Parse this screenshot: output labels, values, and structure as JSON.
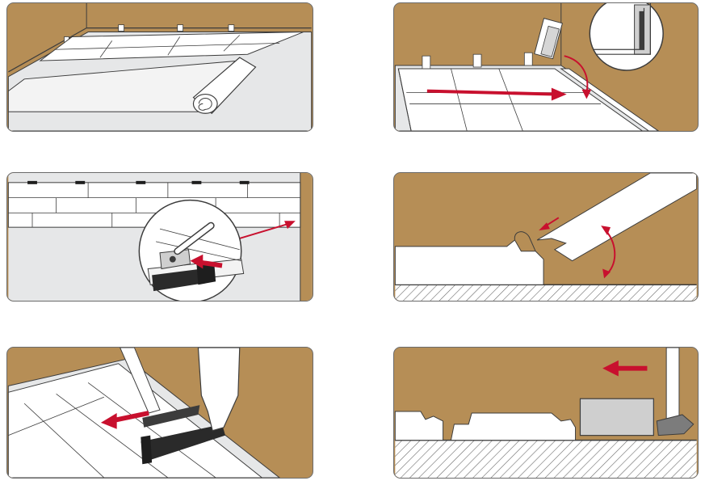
{
  "steps": [
    {
      "id": 1,
      "icon": "underlay-roll-icon"
    },
    {
      "id": 2,
      "icon": "spacer-wedge-icon"
    },
    {
      "id": 3,
      "icon": "tapping-block-icon"
    },
    {
      "id": 4,
      "icon": "click-lock-icon"
    },
    {
      "id": 5,
      "icon": "hammer-pull-bar-icon"
    },
    {
      "id": 6,
      "icon": "tapping-block-side-icon"
    }
  ],
  "colors": {
    "wall": "#b68e56",
    "floor": "#e6e7e8",
    "plank": "#ffffff",
    "outline": "#3c3c3c",
    "arrow": "#c8102e",
    "tool": "#3a3a3a"
  }
}
